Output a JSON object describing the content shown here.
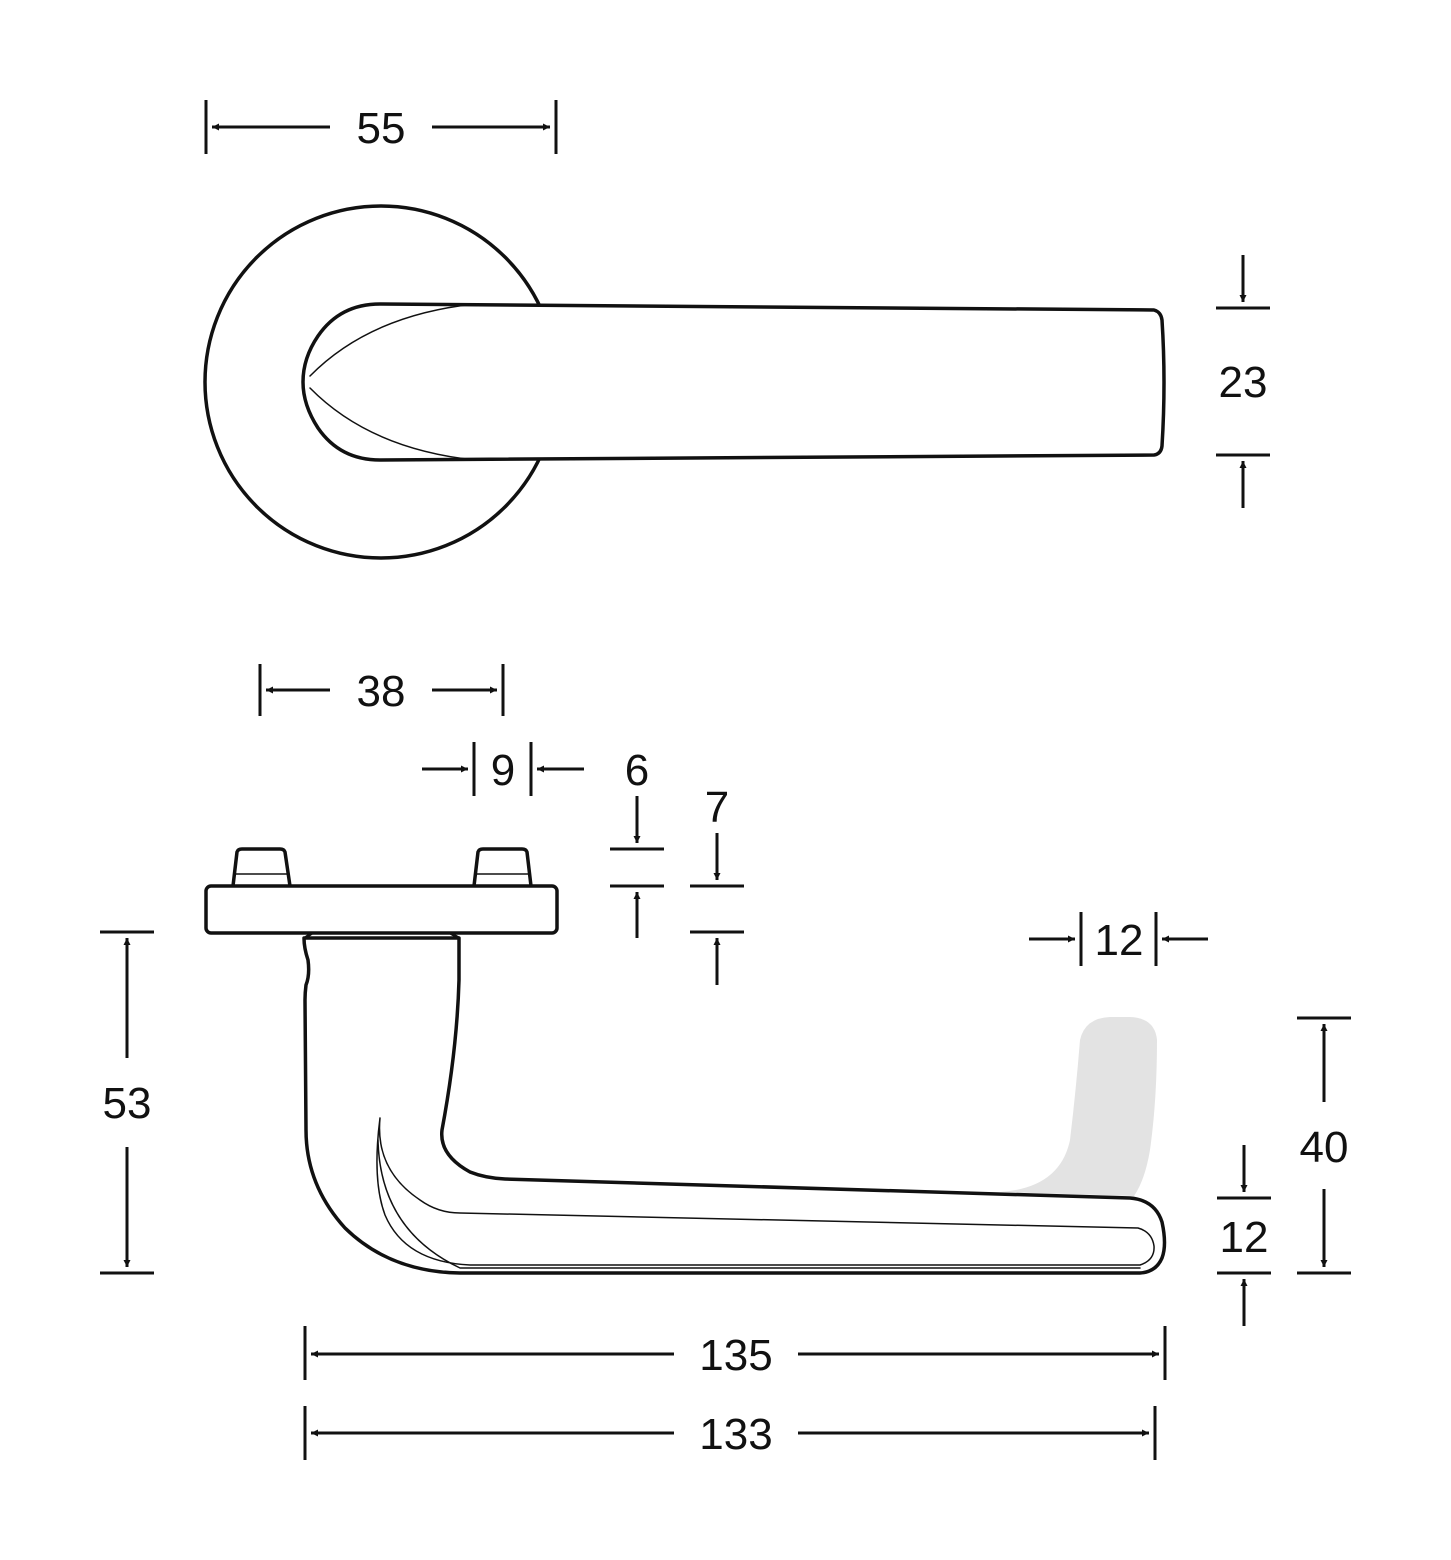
{
  "colors": {
    "line": "#111111",
    "background": "#ffffff",
    "ghost_fill": "#e3e3e3"
  },
  "top_view": {
    "rose_diameter": "55",
    "lever_height": "23"
  },
  "side_view": {
    "rose_plate_width": "38",
    "pin_width": "9",
    "pin_height": "6",
    "plate_thickness": "7",
    "tip_width": "12",
    "neck_height": "53",
    "tip_height_raised": "40",
    "tip_thickness": "12",
    "overall_length": "135",
    "lever_length": "133"
  }
}
